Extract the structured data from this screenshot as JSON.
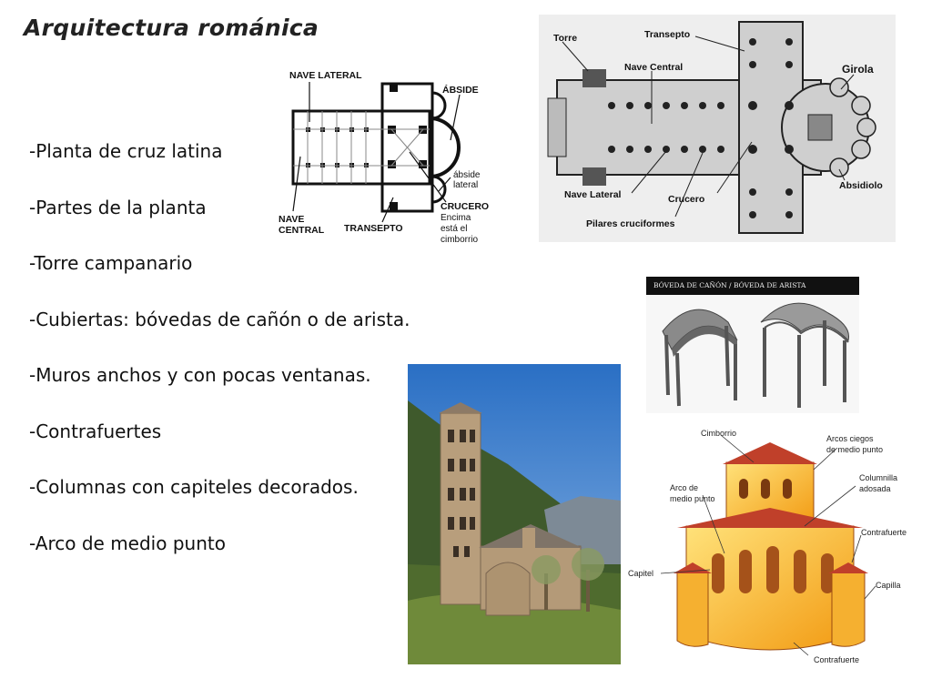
{
  "slide": {
    "title": "Arquitectura románica",
    "bullets": [
      "-Planta de cruz latina",
      "-Partes de la planta",
      "-Torre campanario",
      "-Cubiertas: bóvedas de cañón o de arista.",
      "-Muros anchos y con pocas ventanas.",
      "-Contrafuertes",
      "-Columnas con capiteles decorados.",
      "-Arco de medio punto"
    ]
  },
  "plan_small": {
    "labels": {
      "nave_lateral": "NAVE LATERAL",
      "abside": "ÁBSIDE",
      "abside_lateral_1": "ábside",
      "abside_lateral_2": "lateral",
      "crucero_1": "CRUCERO",
      "crucero_2": "Encima",
      "crucero_3": "está el",
      "crucero_4": "cimborrio",
      "nave_central_1": "NAVE",
      "nave_central_2": "CENTRAL",
      "transepto": "TRANSEPTO"
    }
  },
  "plan_large": {
    "labels": {
      "torre": "Torre",
      "transepto": "Transepto",
      "nave_central": "Nave Central",
      "girola": "Girola",
      "nave_lateral": "Nave Lateral",
      "crucero": "Crucero",
      "absidiolo": "Absidiolo",
      "pilares": "Pilares cruciformes"
    }
  },
  "vaults": {
    "header": "BÓVEDA DE CAÑÓN   / BÓVEDA DE ARISTA"
  },
  "apse": {
    "labels": {
      "cimborrio": "Cimborrio",
      "arcos_ciegos_1": "Arcos ciegos",
      "arcos_ciegos_2": "de medio punto",
      "arco_1": "Arco de",
      "arco_2": "medio punto",
      "columnilla_1": "Columnilla",
      "columnilla_2": "adosada",
      "contrafuerte_1": "Contrafuerte",
      "capitel": "Capitel",
      "capilla": "Capilla",
      "contrafuerte_2": "Contrafuerte"
    }
  }
}
